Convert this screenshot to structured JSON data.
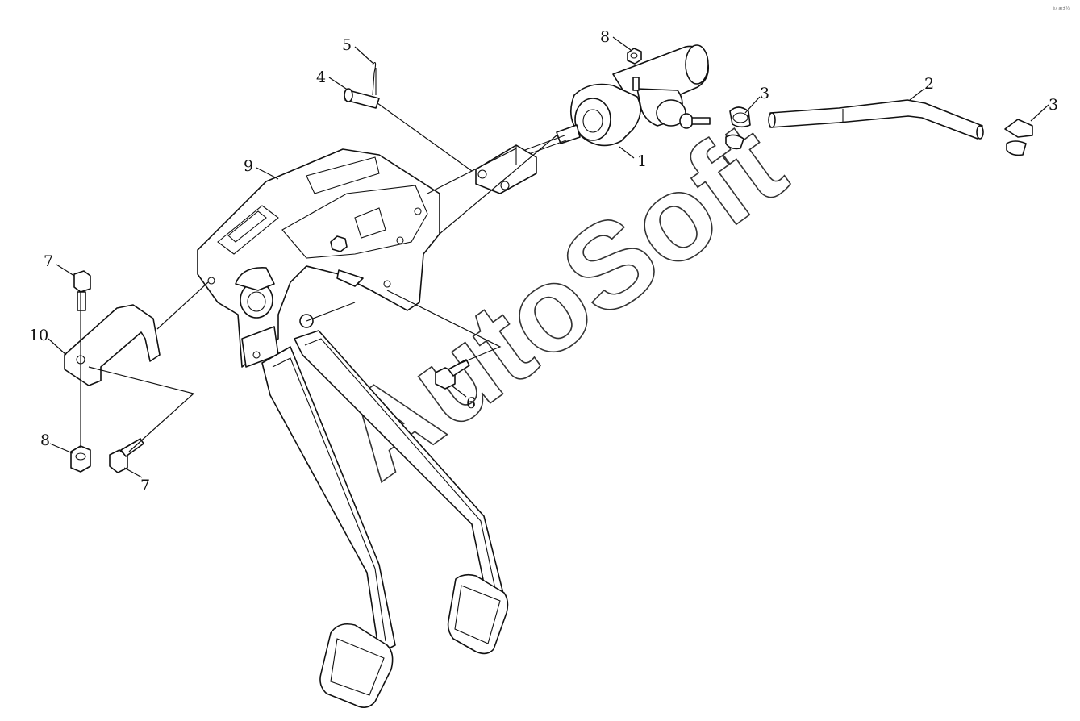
{
  "watermark": "AutoSoft",
  "corner_mark": "é¿ æ±½",
  "callouts": {
    "c1": "1",
    "c2": "2",
    "c3a": "3",
    "c3b": "3",
    "c4": "4",
    "c5": "5",
    "c6": "6",
    "c7a": "7",
    "c7b": "7",
    "c8a": "8",
    "c8b": "8",
    "c9": "9",
    "c10": "10"
  }
}
